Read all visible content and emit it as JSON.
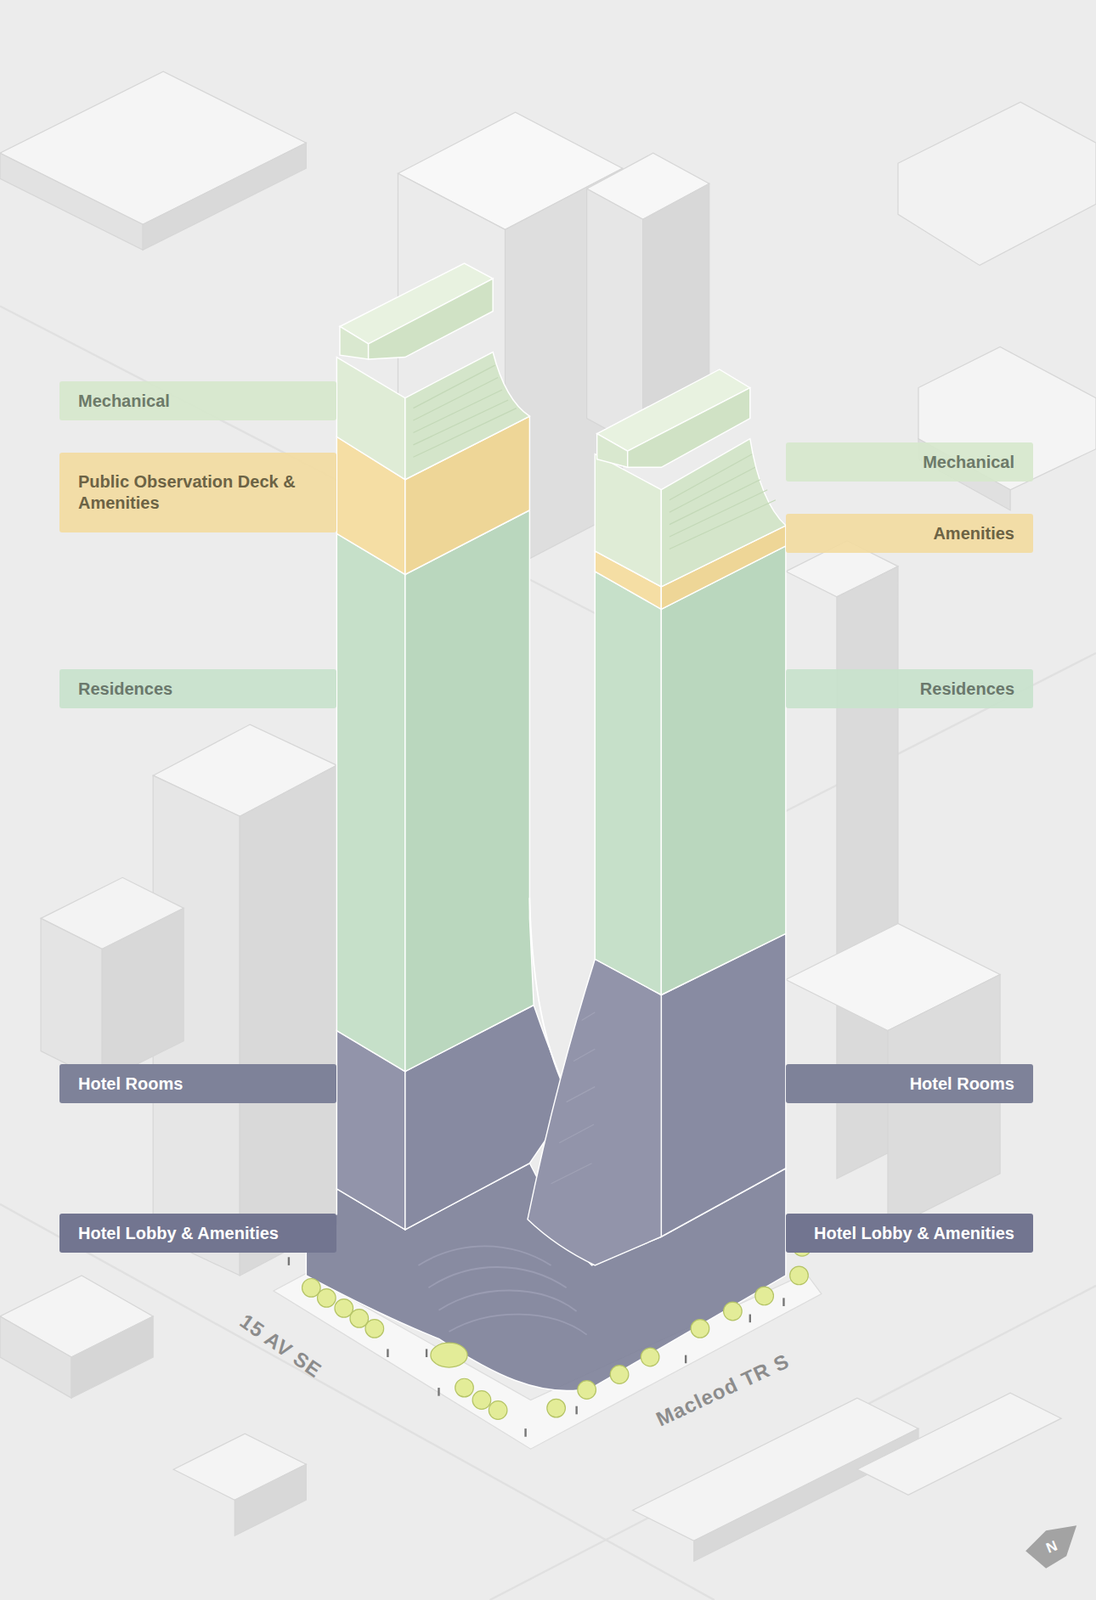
{
  "diagram": {
    "nodes": [
      {
        "text": [
          "Mechanical"
        ]
      },
      {
        "text": [
          "Mechanical"
        ]
      },
      {
        "text": [
          "Public Observation Deck & Amenities"
        ]
      },
      {
        "text": [
          "Amenities"
        ]
      },
      {
        "text": [
          "Residences"
        ]
      },
      {
        "text": [
          "Residences"
        ]
      },
      {
        "text": [
          "Hotel Rooms"
        ]
      },
      {
        "text": [
          "Hotel Rooms"
        ]
      },
      {
        "text": [
          "Hotel Lobby & Amenities"
        ]
      },
      {
        "text": [
          "Hotel Lobby & Amenities"
        ]
      }
    ],
    "labels": [
      "15 AV SE",
      "Macleod TR S",
      "N"
    ]
  }
}
